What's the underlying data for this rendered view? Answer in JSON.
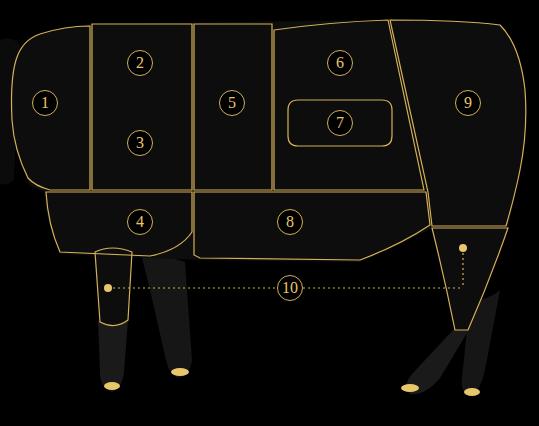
{
  "diagram": {
    "nodes": [
      {
        "text": [
          "1"
        ]
      },
      {
        "text": [
          "2",
          "3"
        ]
      },
      {
        "text": [
          "4"
        ]
      },
      {
        "text": [
          "5"
        ]
      },
      {
        "text": [
          "6"
        ]
      },
      {
        "text": [
          "7"
        ],
        "in": 4
      },
      {
        "text": [
          "8"
        ]
      },
      {
        "text": [
          "9"
        ]
      }
    ],
    "labels": [
      "10"
    ]
  }
}
